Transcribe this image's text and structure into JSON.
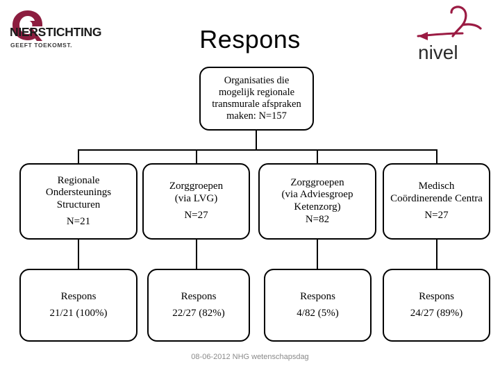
{
  "logos": {
    "nierstichting": {
      "name": "NIERSTICHTING",
      "tagline": "GEEFT TOEKOMST.",
      "mark_color": "#8c1d3f"
    },
    "nivel": {
      "name": "nivel",
      "mark_color": "#9b1b43"
    }
  },
  "title": "Respons",
  "diagram": {
    "root": {
      "lines": [
        "Organisaties die",
        "mogelijk regionale",
        "transmurale afspraken",
        "maken: N=157"
      ]
    },
    "middle_row": [
      {
        "lines": [
          "Regionale",
          "Ondersteunings",
          "Structuren"
        ],
        "count": "N=21"
      },
      {
        "lines": [
          "Zorggroepen",
          "(via LVG)"
        ],
        "count": "N=27"
      },
      {
        "lines": [
          "Zorggroepen",
          "(via Adviesgroep",
          "Ketenzorg)"
        ],
        "count": "N=82"
      },
      {
        "lines": [
          "Medisch",
          "Coördinerende Centra"
        ],
        "count": "N=27"
      }
    ],
    "bottom_row": [
      {
        "label": "Respons",
        "value": "21/21 (100%)"
      },
      {
        "label": "Respons",
        "value": "22/27 (82%)"
      },
      {
        "label": "Respons",
        "value": "4/82 (5%)"
      },
      {
        "label": "Respons",
        "value": "24/27 (89%)"
      }
    ]
  },
  "footer": "08-06-2012  NHG wetenschapsdag"
}
